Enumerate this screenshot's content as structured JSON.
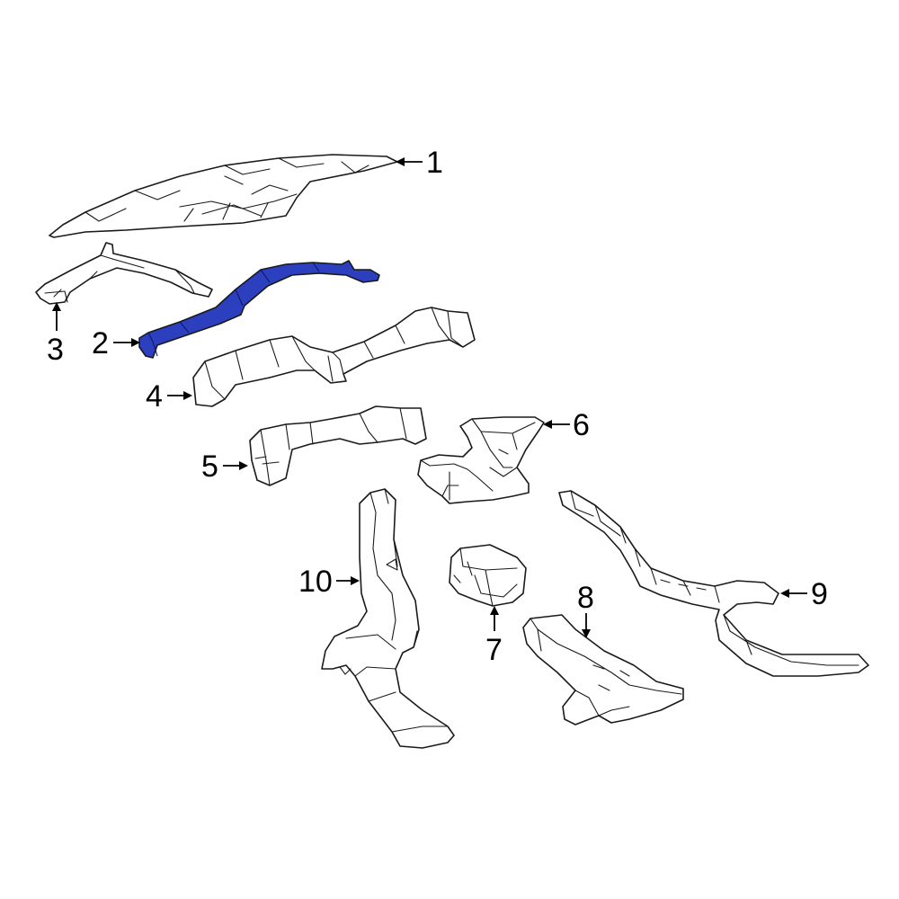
{
  "highlight_color": "#2b3fbf",
  "callouts": {
    "c1": "1",
    "c2": "2",
    "c3": "3",
    "c4": "4",
    "c5": "5",
    "c6": "6",
    "c7": "7",
    "c8": "8",
    "c9": "9",
    "c10": "10"
  }
}
